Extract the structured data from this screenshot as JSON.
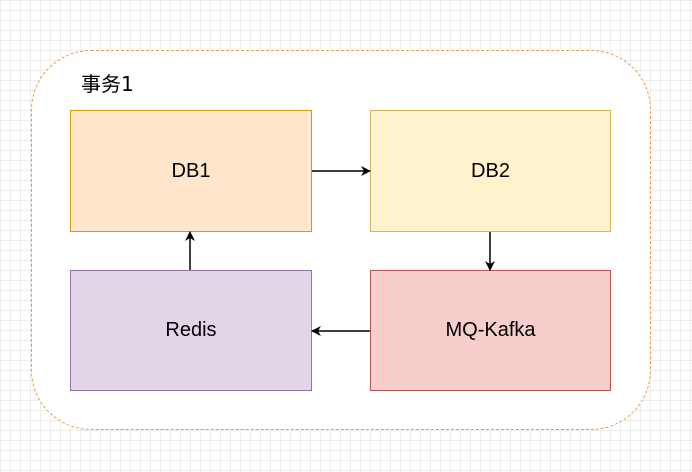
{
  "group": {
    "label": "事务1",
    "border_color": "#e69a48"
  },
  "nodes": {
    "db1": {
      "label": "DB1",
      "fill": "#ffe6cc",
      "stroke": "#d79b00"
    },
    "db2": {
      "label": "DB2",
      "fill": "#fff2cc",
      "stroke": "#d6b656"
    },
    "redis": {
      "label": "Redis",
      "fill": "#e1d5e7",
      "stroke": "#9673a6"
    },
    "mq": {
      "label": "MQ-Kafka",
      "fill": "#f8cecc",
      "stroke": "#b85450"
    }
  },
  "edges": [
    {
      "from": "DB1",
      "to": "DB2"
    },
    {
      "from": "DB2",
      "to": "MQ-Kafka"
    },
    {
      "from": "MQ-Kafka",
      "to": "Redis"
    },
    {
      "from": "Redis",
      "to": "DB1"
    }
  ],
  "colors": {
    "arrow": "#000000",
    "grid": "#ececec"
  }
}
